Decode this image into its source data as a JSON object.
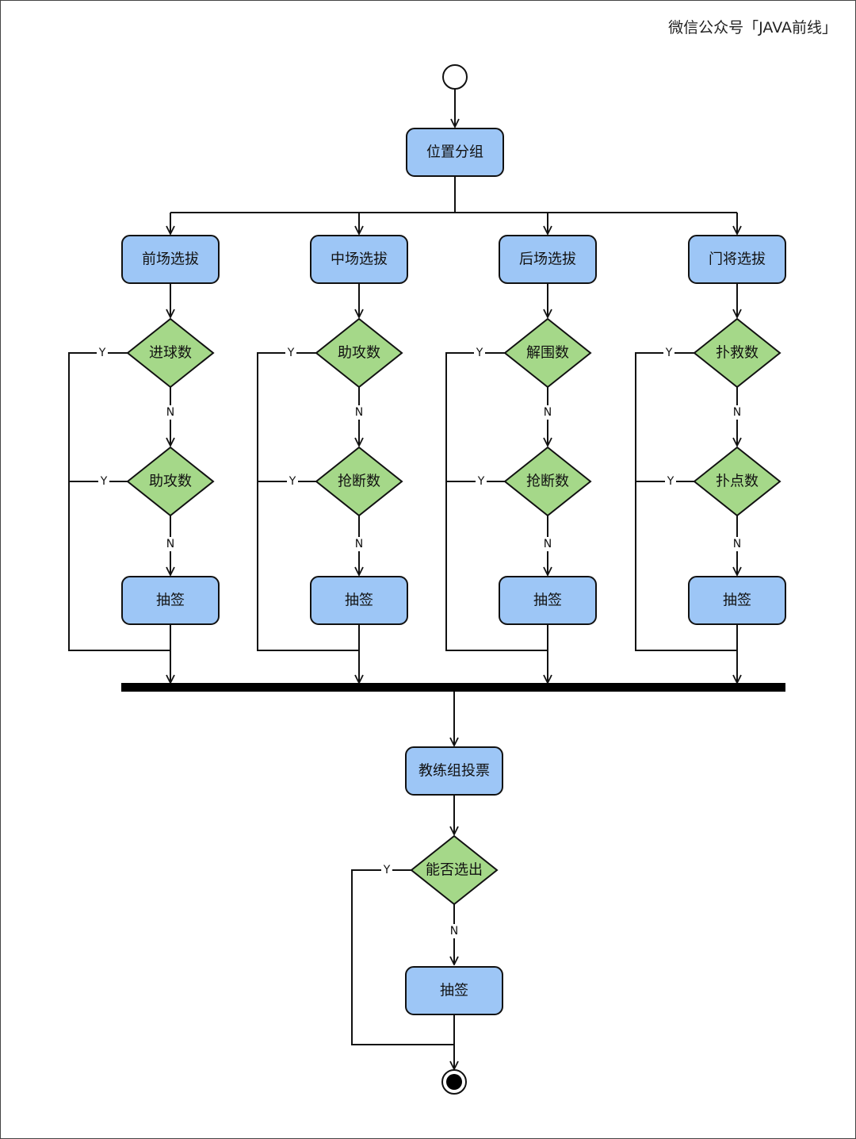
{
  "watermark": "微信公众号「JAVA前线」",
  "colors": {
    "action_fill": "#9dc6f6",
    "decision_fill": "#a5d889",
    "stroke": "#111111",
    "bar": "#000000",
    "background": "#ffffff"
  },
  "labels": {
    "yes": "Y",
    "no": "N"
  },
  "nodes": {
    "group": "位置分组",
    "cols": [
      {
        "select": "前场选拔",
        "d1": "进球数",
        "d2": "助攻数",
        "draw": "抽签"
      },
      {
        "select": "中场选拔",
        "d1": "助攻数",
        "d2": "抢断数",
        "draw": "抽签"
      },
      {
        "select": "后场选拔",
        "d1": "解围数",
        "d2": "抢断数",
        "draw": "抽签"
      },
      {
        "select": "门将选拔",
        "d1": "扑救数",
        "d2": "扑点数",
        "draw": "抽签"
      }
    ],
    "vote": "教练组投票",
    "final_decision": "能否选出",
    "final_draw": "抽签"
  }
}
